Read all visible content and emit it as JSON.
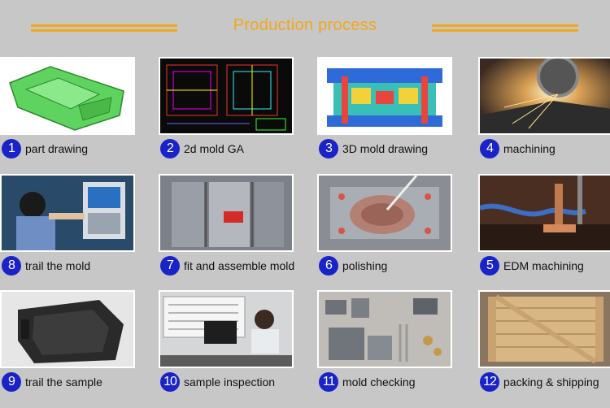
{
  "header": {
    "title": "Production process"
  },
  "steps": [
    {
      "num": "1",
      "label": "part drawing",
      "image": "green 3D part render"
    },
    {
      "num": "2",
      "label": "2d mold GA",
      "image": "2D mold general assembly drawing"
    },
    {
      "num": "3",
      "label": "3D mold drawing",
      "image": "3D mold assembly render"
    },
    {
      "num": "4",
      "label": "machining",
      "image": "grinding sparks"
    },
    {
      "num": "8",
      "label": "trail the mold",
      "image": "operator at injection machine panel"
    },
    {
      "num": "7",
      "label": "fit and assemble mold",
      "image": "mold assembly"
    },
    {
      "num": "6",
      "label": "polishing",
      "image": "polishing mold cavity"
    },
    {
      "num": "5",
      "label": "EDM machining",
      "image": "EDM electrode machining"
    },
    {
      "num": "9",
      "label": "trail the sample",
      "image": "black plastic sample part"
    },
    {
      "num": "10",
      "label": "sample inspection",
      "image": "inspector measuring sample"
    },
    {
      "num": "11",
      "label": "mold checking",
      "image": "mold components laid out"
    },
    {
      "num": "12",
      "label": "packing & shipping",
      "image": "wooden shipping crate"
    }
  ]
}
